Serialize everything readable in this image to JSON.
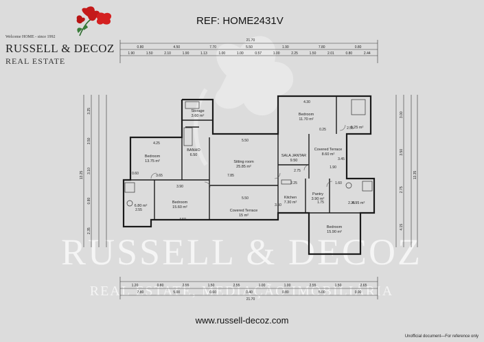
{
  "header": {
    "tagline": "Welcome HOME - since 1992",
    "brand": "RUSSELL & DECOZ",
    "brand_sub": "REAL ESTATE",
    "ref": "REF: HOME2431V"
  },
  "watermark": {
    "line1": "RUSSELL & DECOZ",
    "line2": "REAL ESTATE, MEDIAÇÃO IMOBILIÁRIA"
  },
  "footer": {
    "url": "www.russell-decoz.com",
    "disclaimer": "Unofficial document—For reference only"
  },
  "dimensions": {
    "top_total": "21.70",
    "top_row1": [
      "0.80",
      "4.50",
      "7.70",
      "5.50",
      "1.90",
      "7.80",
      "0.80"
    ],
    "top_row2": [
      "1.90",
      "1.50",
      "2.10",
      "1.90",
      "1.13",
      "1.00",
      "1.00",
      "0.57",
      "1.00",
      "2.25",
      "1.50",
      "2.01",
      "0.80",
      "2.44"
    ],
    "bottom_row1": [
      "1.20",
      "0.80",
      "2.55",
      "1.50",
      "2.55",
      "1.00",
      "1.00",
      "2.55",
      "1.50",
      "2.65"
    ],
    "bottom_row2": [
      "7.80",
      "5.00",
      "0.60",
      "0.40",
      "0.80",
      "5.00",
      "0.90"
    ],
    "bottom_total": "21.70",
    "left_outer": [
      "3.25",
      "3.50",
      "3.10",
      "0.80",
      "2.35"
    ],
    "left_total": "13.25",
    "right_outer": [
      "3.00",
      "3.50",
      "2.75",
      "4.15"
    ],
    "right_total": "13.35"
  },
  "rooms": [
    {
      "name": "Storage",
      "area": "3.60 m²"
    },
    {
      "name": "Bedroom",
      "area": "11.70 m²"
    },
    {
      "name": "",
      "area": "6.25 m²"
    },
    {
      "name": "BANHO",
      "area": "6.50"
    },
    {
      "name": "Bedroom",
      "area": "13.75 m²"
    },
    {
      "name": "Sitting room",
      "area": "25.85 m²"
    },
    {
      "name": "SALA JANTAR",
      "area": "9.50"
    },
    {
      "name": "Covered Terrace",
      "area": "8.60 m²"
    },
    {
      "name": "",
      "area": "6.80 m²"
    },
    {
      "name": "Bedroom",
      "area": "15.60 m²"
    },
    {
      "name": "Covered Terrace",
      "area": "15 m²"
    },
    {
      "name": "Kitchen",
      "area": "7.30 m²"
    },
    {
      "name": "Pantry",
      "area": "3.90 m²"
    },
    {
      "name": "",
      "area": "4.95 m²"
    },
    {
      "name": "Bedroom",
      "area": "15.90 m²"
    }
  ],
  "inner_dims": [
    "4.30",
    "2.55",
    "0.25",
    "5.50",
    "4.25",
    "3.90",
    "3.65",
    "7.85",
    "2.75",
    "2.25",
    "1.75",
    "3.50",
    "4.50",
    "5.50",
    "2.55",
    "2.25",
    "1.90",
    "3.45",
    "1.60",
    "0.60"
  ]
}
